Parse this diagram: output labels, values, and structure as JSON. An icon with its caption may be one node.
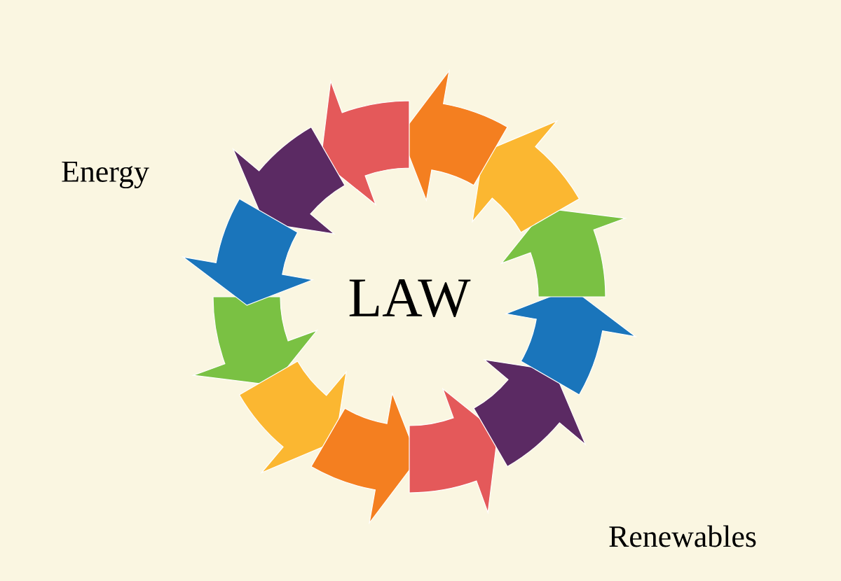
{
  "diagram": {
    "labels": [
      "Energy",
      "LAW",
      "Renewables"
    ]
  }
}
